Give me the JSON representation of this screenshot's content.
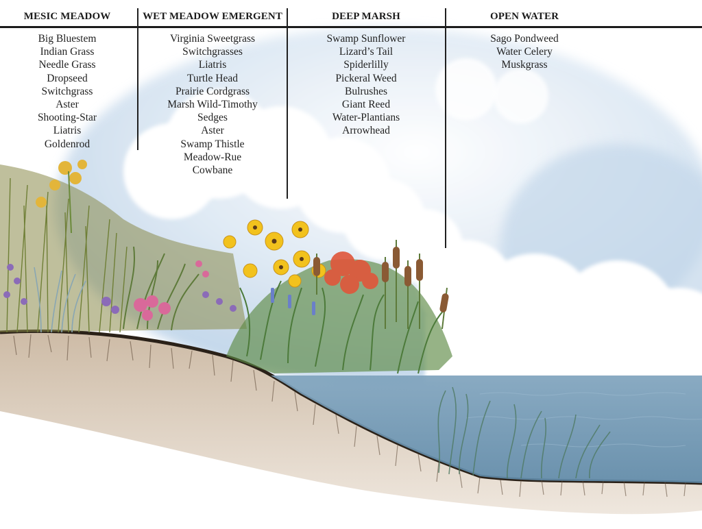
{
  "zones": [
    {
      "title": "MESIC MEADOW",
      "plants": [
        "Big Bluestem",
        "Indian Grass",
        "Needle Grass",
        "Dropseed",
        "Switchgrass",
        "Aster",
        "Shooting-Star",
        "Liatris",
        "Goldenrod"
      ]
    },
    {
      "title": "WET MEADOW EMERGENT",
      "plants": [
        "Virginia Sweetgrass",
        "Switchgrasses",
        "Liatris",
        "Turtle Head",
        "Prairie Cordgrass",
        "Marsh Wild-Timothy",
        "Sedges",
        "Aster",
        "Swamp Thistle",
        "Meadow-Rue",
        "Cowbane"
      ]
    },
    {
      "title": "DEEP MARSH",
      "plants": [
        "Swamp Sunflower",
        "Lizard’s Tail",
        "Spiderlilly",
        "Pickeral Weed",
        "Bulrushes",
        "Giant Reed",
        "Water-Plantians",
        "Arrowhead"
      ]
    },
    {
      "title": "OPEN WATER",
      "plants": [
        "Sago Pondweed",
        "Water Celery",
        "Muskgrass"
      ]
    }
  ],
  "colors": {
    "sky": "#c9ddef",
    "cloud": "#ffffff",
    "water": "#6f97b2",
    "soil": "#d6c7b5",
    "soil_line": "#2a2118",
    "meadow_grass": "#7b8d3e",
    "flower_yellow": "#f2c21d",
    "flower_red": "#e0563a",
    "flower_purple": "#8b6bb8",
    "flower_pink": "#d9699a",
    "cattail": "#8a5a34"
  }
}
